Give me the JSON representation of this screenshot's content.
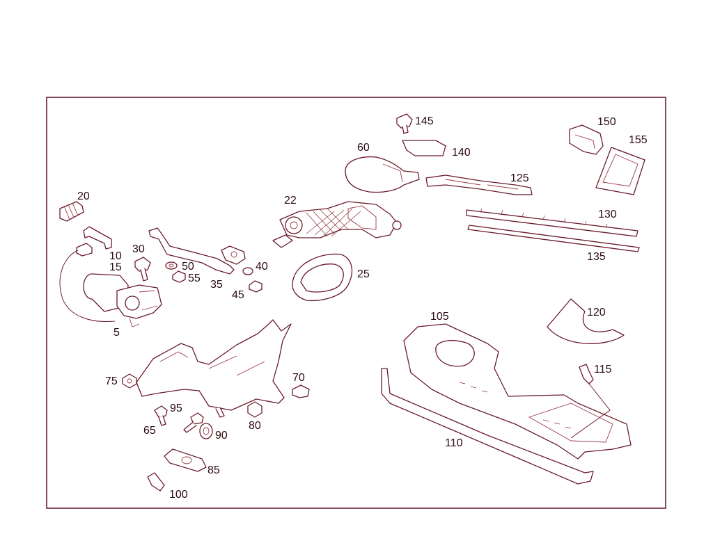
{
  "diagram": {
    "callouts": {
      "p5": "5",
      "p10": "10",
      "p15": "15",
      "p20": "20",
      "p22": "22",
      "p25": "25",
      "p30": "30",
      "p35": "35",
      "p40": "40",
      "p45": "45",
      "p50": "50",
      "p55": "55",
      "p60": "60",
      "p65": "65",
      "p70": "70",
      "p75": "75",
      "p80": "80",
      "p85": "85",
      "p90": "90",
      "p95": "95",
      "p100": "100",
      "p105": "105",
      "p110": "110",
      "p115": "115",
      "p120": "120",
      "p125": "125",
      "p130": "130",
      "p135": "135",
      "p140": "140",
      "p145": "145",
      "p150": "150",
      "p155": "155"
    },
    "colors": {
      "line": "#6b1a2a",
      "frame": "#5a1020",
      "text": "#2a0a10"
    }
  }
}
